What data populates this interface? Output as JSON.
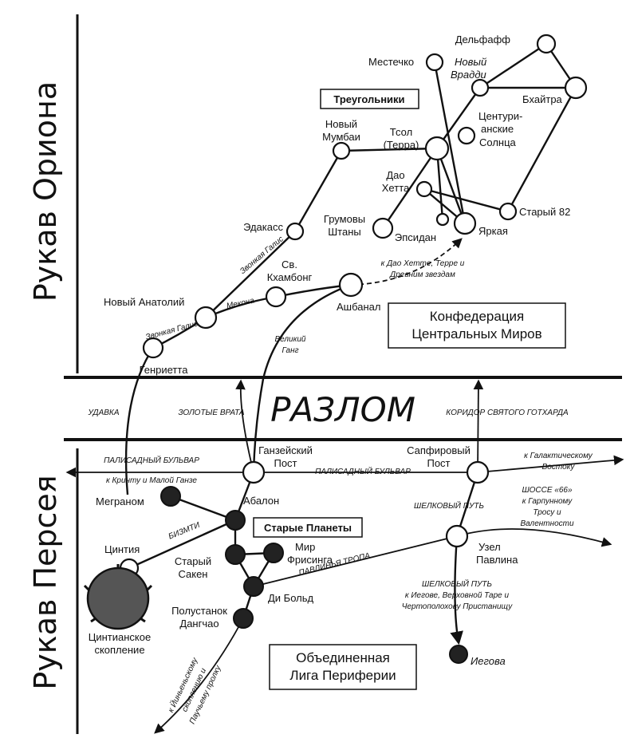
{
  "regions": {
    "orion": "Рукав Ориона",
    "perseus": "Рукав Персея",
    "rift": "РАЗЛОМ"
  },
  "boxes": {
    "triangles": "Треугольники",
    "confed_1": "Конфедерация",
    "confed_2": "Центральных Миров",
    "old_planets": "Старые Планеты",
    "league_1": "Объединенная",
    "league_2": "Лига Периферии"
  },
  "nodes": {
    "delphaff": "Дельфафф",
    "mestechko": "Местечко",
    "new_vraddi_1": "Новый",
    "new_vraddi_2": "Врадди",
    "bhaitra": "Бхайтра",
    "centurian_1": "Центури-",
    "centurian_2": "анские",
    "centurian_3": "Солнца",
    "new_mumbai_1": "Новый",
    "new_mumbai_2": "Мумбаи",
    "tsol_1": "Тсол",
    "tsol_2": "(Терра)",
    "dao_hetta_1": "Дао",
    "dao_hetta_2": "Хетта",
    "old82": "Старый 82",
    "grumovy_1": "Грумовы",
    "grumovy_2": "Штаны",
    "epsidan": "Эпсидан",
    "yarkaya": "Яркая",
    "edakass": "Эдакасс",
    "kkhambong_1": "Св.",
    "kkhambong_2": "Кхамбонг",
    "new_anatoly": "Новый Анатолий",
    "ashbanal": "Ашбанал",
    "genrietta": "Генриетта",
    "hanse_post_1": "Ганзейский",
    "hanse_post_2": "Пост",
    "sapphire_post_1": "Сапфировый",
    "sapphire_post_2": "Пост",
    "megranom": "Меграном",
    "abalon": "Абалон",
    "cyntia": "Цинтия",
    "mir_frisinga_1": "Мир",
    "mir_frisinga_2": "Фрисинга",
    "old_saken_1": "Старый",
    "old_saken_2": "Сакен",
    "di_bold": "Ди Больд",
    "dangchao_1": "Полустанок",
    "dangchao_2": "Дангчао",
    "cyntian_1": "Цинтианское",
    "cyntian_2": "скопление",
    "uzel_pavlina_1": "Узел",
    "uzel_pavlina_2": "Павлина",
    "iegova": "Иегова"
  },
  "routes": {
    "zvonkaya_galis_1": "Звонкая Галис",
    "zvonkaya_galis_2": "Звонкая Галис",
    "mekona": "Мекона",
    "to_dao_1": "к Дао Хетте, Терре и",
    "to_dao_2": "Древним звездам",
    "great_ganga_1": "Великий",
    "great_ganga_2": "Ганг",
    "udavka": "УДАВКА",
    "golden_gates": "ЗОЛОТЫЕ ВРАТА",
    "gothard": "КОРИДОР СВЯТОГО ГОТХАРДА",
    "palisade_1": "ПАЛИСАДНЫЙ БУЛЬВАР",
    "palisade_2": "к Кринту и Малой Ганзе",
    "palisade_mid": "ПАЛИСАДНЫЙ БУЛЬВАР",
    "to_galactic_1": "к Галактическому",
    "to_galactic_2": "Востоку",
    "silk_road": "ШЕЛКОВЫЙ ПУТЬ",
    "highway_1": "ШОССЕ «66»",
    "highway_2": "к Гарпунному",
    "highway_3": "Тросу и",
    "highway_4": "Валентности",
    "bizmti": "БИЗМТИ",
    "peacock_trail": "ПАВЛИНЬЯ ТРОПА",
    "silk_road_2": "ШЕЛКОВЫЙ ПУТЬ",
    "silk_to_1": "к Иегове, Верховной Таре и",
    "silk_to_2": "Чертополохову Пристанищу",
    "to_yinyen_1": "к Йиньеньскому",
    "to_yinyen_2": "скоплению и",
    "to_yinyen_3": "Паучьему пролку"
  }
}
